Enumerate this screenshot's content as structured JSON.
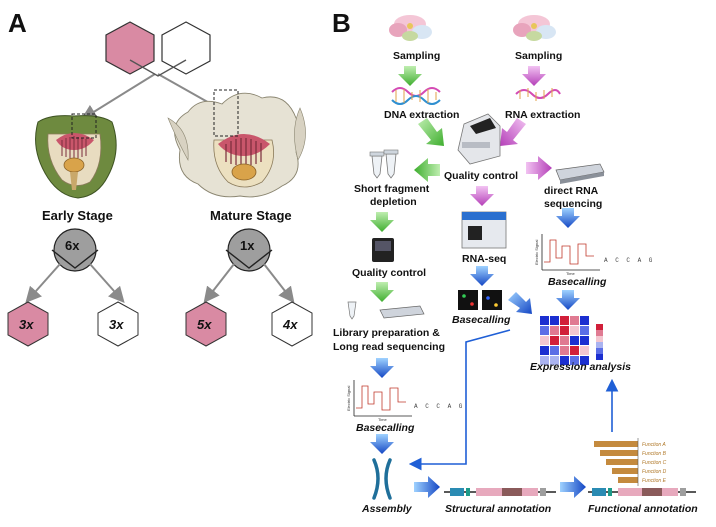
{
  "panel_a": {
    "label": "A",
    "early_stage": "Early Stage",
    "mature_stage": "Mature Stage",
    "early_ratio": "6x",
    "mature_ratio": "1x",
    "early_left": "3x",
    "early_right": "3x",
    "mature_left": "5x",
    "mature_right": "4x"
  },
  "panel_b": {
    "label": "B",
    "sampling_left": "Sampling",
    "sampling_right": "Sampling",
    "dna_extraction": "DNA extraction",
    "rna_extraction": "RNA extraction",
    "quality_control_center": "Quality control",
    "short_fragment_1": "Short fragment",
    "short_fragment_2": "depletion",
    "direct_rna_1": "direct RNA",
    "direct_rna_2": "sequencing",
    "quality_control_left": "Quality control",
    "rna_seq": "RNA-seq",
    "basecalling_right": "Basecalling",
    "basecalling_center": "Basecalling",
    "library_1": "Library preparation &",
    "library_2": "Long read sequencing",
    "expression_analysis": "Expression analysis",
    "basecalling_left": "Basecalling",
    "assembly": "Assembly",
    "structural_annotation": "Structural annotation",
    "functional_annotation": "Functional annotation",
    "signal_axis": "Electric Signal",
    "time_axis": "Time",
    "sequence": "A C C A G",
    "functions": [
      "Function A",
      "Function B",
      "Function C",
      "Function D",
      "Function E"
    ]
  },
  "colors": {
    "pink": "#d98aa3",
    "green_arrow": "#5cc24a",
    "magenta_arrow": "#c752c9",
    "blue_arrow": "#1f5fd6",
    "gray_node": "#9e9e9e",
    "gene_teal": "#2a8bb3",
    "gene_pink": "#e7a9bd",
    "gene_brown": "#8a5a5a"
  }
}
